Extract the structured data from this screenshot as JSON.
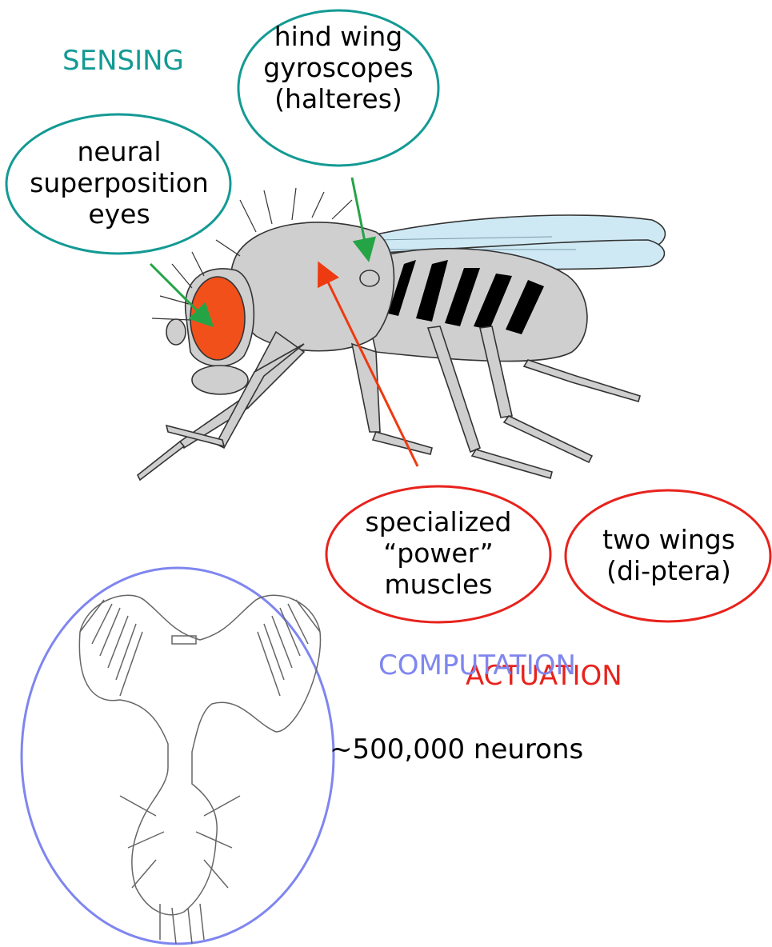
{
  "categories": {
    "sensing": "SENSING",
    "actuation": "ACTUATION",
    "computation": "COMPUTATION"
  },
  "labels": {
    "eyes": "neural\nsuperposition\neyes",
    "halteres": "hind wing\ngyroscopes\n(halteres)",
    "muscles": "specialized\n“power”\nmuscles",
    "wings": "two wings\n(di-ptera)",
    "neurons": "~500,000 neurons"
  },
  "colors": {
    "sensing": "#139a94",
    "actuation": "#e8221c",
    "computation": "#7f86ef",
    "eye": "#f2501a",
    "body": "#cfcfcf",
    "wing": "#cfe9f4",
    "sensing_arrow": "#25a446",
    "actuation_arrow": "#ee3a10"
  }
}
